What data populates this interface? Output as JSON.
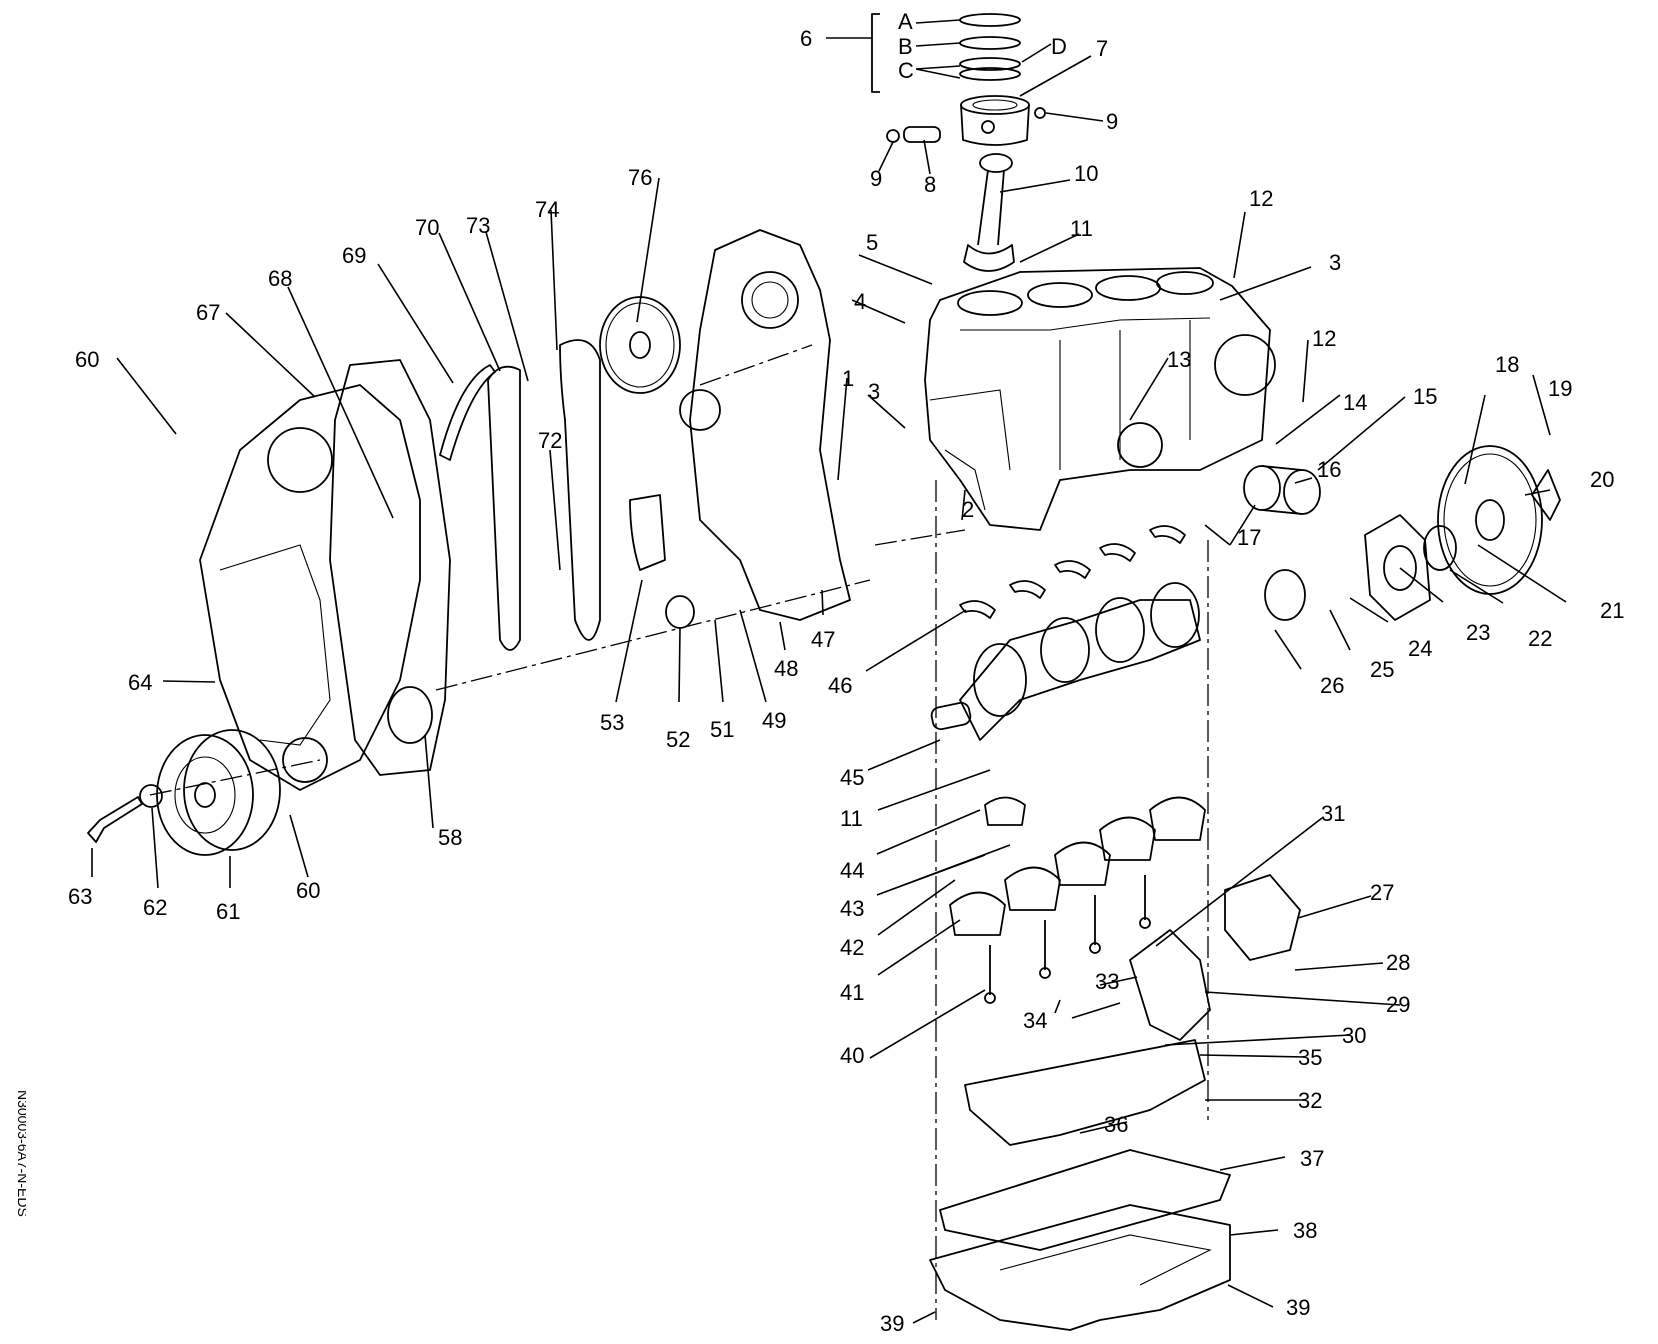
{
  "drawing_reference": "N30003-6A7-N-EDS",
  "callouts": [
    {
      "id": "c6",
      "text": "6"
    },
    {
      "id": "cA",
      "text": "A"
    },
    {
      "id": "cB",
      "text": "B"
    },
    {
      "id": "cC",
      "text": "C"
    },
    {
      "id": "cD",
      "text": "D"
    },
    {
      "id": "c7",
      "text": "7"
    },
    {
      "id": "c9a",
      "text": "9"
    },
    {
      "id": "c9b",
      "text": "9"
    },
    {
      "id": "c8",
      "text": "8"
    },
    {
      "id": "c10",
      "text": "10"
    },
    {
      "id": "c76",
      "text": "76"
    },
    {
      "id": "c74",
      "text": "74"
    },
    {
      "id": "c73",
      "text": "73"
    },
    {
      "id": "c70",
      "text": "70"
    },
    {
      "id": "c69",
      "text": "69"
    },
    {
      "id": "c68",
      "text": "68"
    },
    {
      "id": "c67",
      "text": "67"
    },
    {
      "id": "c60a",
      "text": "60"
    },
    {
      "id": "c11a",
      "text": "11"
    },
    {
      "id": "c5",
      "text": "5"
    },
    {
      "id": "c12a",
      "text": "12"
    },
    {
      "id": "c3a",
      "text": "3"
    },
    {
      "id": "c4",
      "text": "4"
    },
    {
      "id": "c12b",
      "text": "12"
    },
    {
      "id": "c1",
      "text": "1"
    },
    {
      "id": "c3b",
      "text": "3"
    },
    {
      "id": "c13",
      "text": "13"
    },
    {
      "id": "c14",
      "text": "14"
    },
    {
      "id": "c15",
      "text": "15"
    },
    {
      "id": "c18",
      "text": "18"
    },
    {
      "id": "c19",
      "text": "19"
    },
    {
      "id": "c72",
      "text": "72"
    },
    {
      "id": "c16",
      "text": "16"
    },
    {
      "id": "c20",
      "text": "20"
    },
    {
      "id": "c2",
      "text": "2"
    },
    {
      "id": "c17",
      "text": "17"
    },
    {
      "id": "c21",
      "text": "21"
    },
    {
      "id": "c22",
      "text": "22"
    },
    {
      "id": "c23",
      "text": "23"
    },
    {
      "id": "c24",
      "text": "24"
    },
    {
      "id": "c25",
      "text": "25"
    },
    {
      "id": "c26",
      "text": "26"
    },
    {
      "id": "c47",
      "text": "47"
    },
    {
      "id": "c48",
      "text": "48"
    },
    {
      "id": "c46",
      "text": "46"
    },
    {
      "id": "c64",
      "text": "64"
    },
    {
      "id": "c53",
      "text": "53"
    },
    {
      "id": "c52",
      "text": "52"
    },
    {
      "id": "c51",
      "text": "51"
    },
    {
      "id": "c49",
      "text": "49"
    },
    {
      "id": "c45",
      "text": "45"
    },
    {
      "id": "c58",
      "text": "58"
    },
    {
      "id": "c11b",
      "text": "11"
    },
    {
      "id": "c31",
      "text": "31"
    },
    {
      "id": "c44",
      "text": "44"
    },
    {
      "id": "c27",
      "text": "27"
    },
    {
      "id": "c43",
      "text": "43"
    },
    {
      "id": "c63",
      "text": "63"
    },
    {
      "id": "c62",
      "text": "62"
    },
    {
      "id": "c61",
      "text": "61"
    },
    {
      "id": "c60b",
      "text": "60"
    },
    {
      "id": "c42",
      "text": "42"
    },
    {
      "id": "c28",
      "text": "28"
    },
    {
      "id": "c41",
      "text": "41"
    },
    {
      "id": "c33",
      "text": "33"
    },
    {
      "id": "c29",
      "text": "29"
    },
    {
      "id": "c34",
      "text": "34"
    },
    {
      "id": "c30",
      "text": "30"
    },
    {
      "id": "c40",
      "text": "40"
    },
    {
      "id": "c35",
      "text": "35"
    },
    {
      "id": "c32",
      "text": "32"
    },
    {
      "id": "c36",
      "text": "36"
    },
    {
      "id": "c37",
      "text": "37"
    },
    {
      "id": "c38",
      "text": "38"
    },
    {
      "id": "c39a",
      "text": "39"
    },
    {
      "id": "c39b",
      "text": "39"
    }
  ]
}
